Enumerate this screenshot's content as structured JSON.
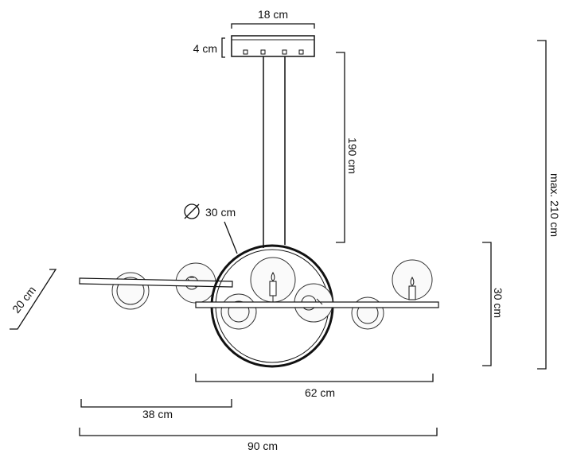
{
  "dimensions": {
    "canopy_width": "18 cm",
    "canopy_height": "4 cm",
    "cable_length": "190 cm",
    "ring_diameter": "30 cm",
    "max_height": "max. 210 cm",
    "fixture_height": "30 cm",
    "depth": "20 cm",
    "front_bar_length": "62 cm",
    "back_bar_length": "38 cm",
    "total_width": "90 cm"
  }
}
